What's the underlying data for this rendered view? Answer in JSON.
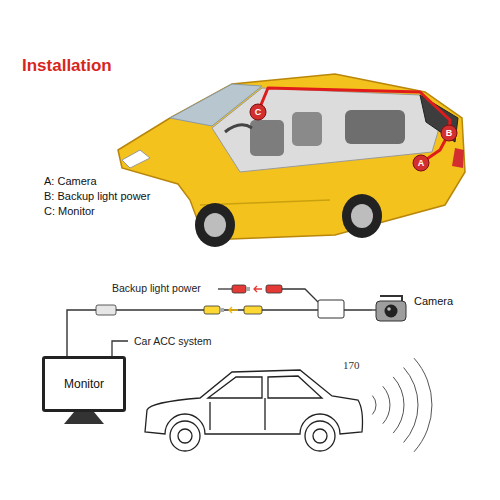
{
  "diagram": {
    "title": "Installation",
    "nodes": [
      {
        "text": [
          "Camera"
        ]
      },
      {
        "text": [
          "Monitor"
        ]
      }
    ],
    "edges": [
      {
        "from": 0,
        "to": 1,
        "arrow": "none"
      }
    ],
    "labels": [
      "C",
      "B",
      "A",
      "A: Camera",
      "B: Backup light power",
      "C: Monitor",
      "Backup light power",
      "Car ACC system",
      "170"
    ]
  }
}
